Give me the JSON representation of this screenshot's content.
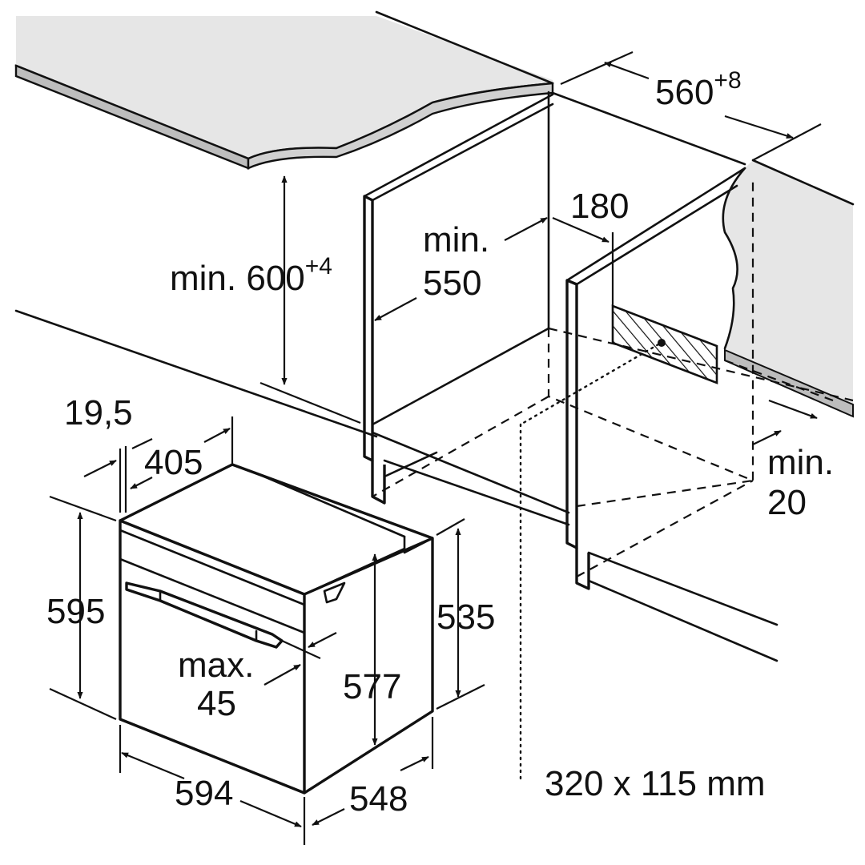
{
  "labels": {
    "cabinet_width": "560",
    "cabinet_width_tolerance": "+8",
    "worktop_height": "min. 600",
    "worktop_height_tolerance": "+4",
    "depth_min_label": "min.",
    "depth_min_value": "550",
    "vent_distance": "180",
    "rear_gap_min_label": "min.",
    "rear_gap_min_value": "20",
    "appliance_offset": "19,5",
    "appliance_frame_depth": "405",
    "appliance_height": "595",
    "body_height": "535",
    "inner_height": "577",
    "handle_depth_label": "max.",
    "handle_depth_value": "45",
    "appliance_width": "594",
    "appliance_depth": "548",
    "vent_opening_size": "320 x 115 mm"
  }
}
